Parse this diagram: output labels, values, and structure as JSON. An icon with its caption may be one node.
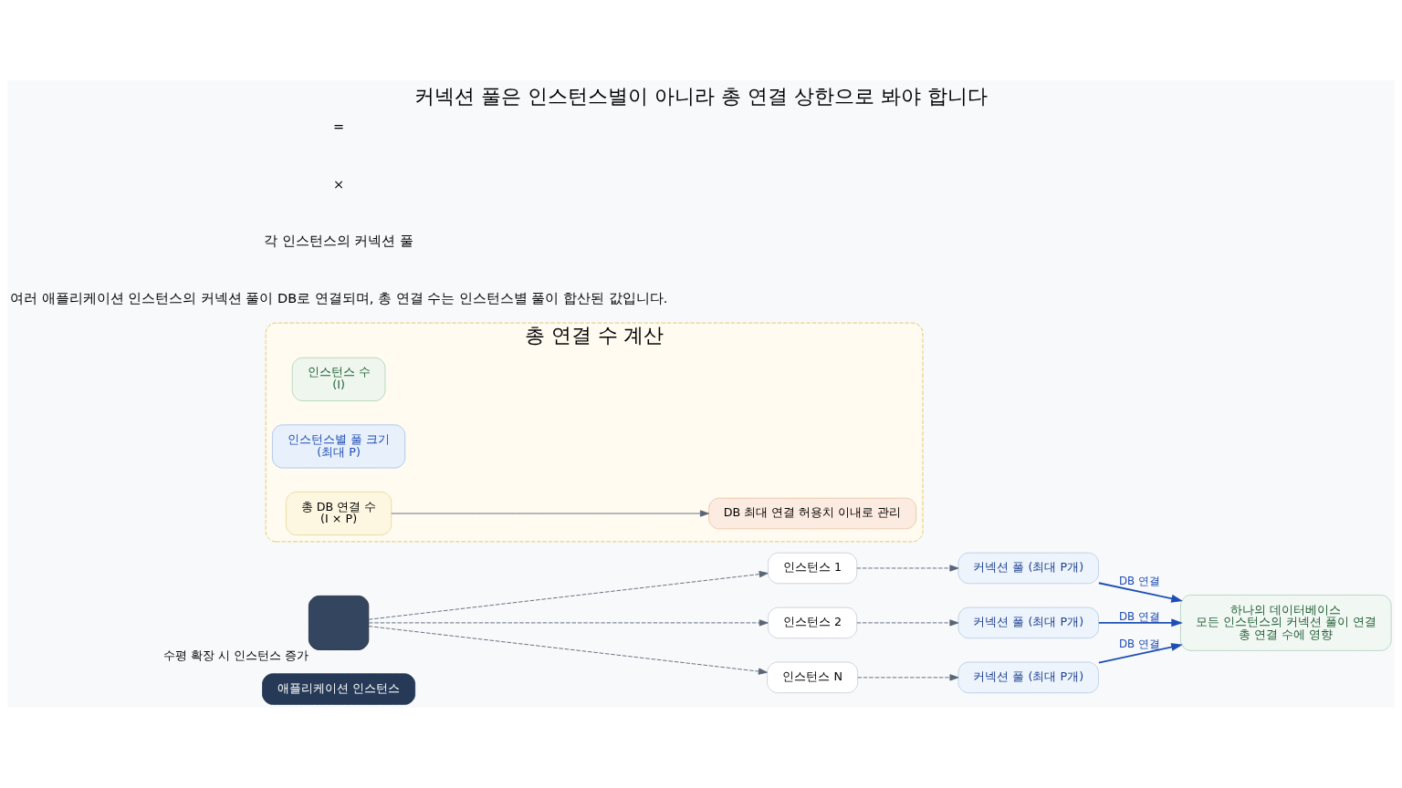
{
  "diagram": {
    "title": "커넥션 풀은 인스턴스별이 아니라 총 연결 상한으로 봐야 합니다",
    "nodes": [
      {
        "text": [
          "애플리케이션 인스턴스"
        ]
      },
      {
        "text": [],
        "shape": "box",
        "beside": [
          "수평 확장 시 인스턴스 증가"
        ]
      },
      {
        "text": [
          "인스턴스 1"
        ]
      },
      {
        "text": [
          "인스턴스 2"
        ]
      },
      {
        "text": [
          "인스턴스 N"
        ]
      },
      {
        "text": [
          "커넥션 풀 (최대 P개)"
        ]
      },
      {
        "text": [
          "커넥션 풀 (최대 P개)"
        ]
      },
      {
        "text": [
          "커넥션 풀 (최대 P개)"
        ]
      },
      {
        "text": [
          "하나의 데이터베이스",
          "모든 인스턴스의 커넥션 풀이 연결",
          "총 연결 수에 영향"
        ]
      },
      {
        "text": [
          "총 연결 수 계산"
        ]
      },
      {
        "text": [
          "인스턴스 수",
          "(I)"
        ],
        "in": 9
      },
      {
        "text": [
          "인스턴스별 풀 크기",
          "(최대 P)"
        ],
        "in": 9
      },
      {
        "text": [
          "총 DB 연결 수",
          "(I × P)"
        ],
        "in": 9
      },
      {
        "text": [
          "DB 최대 연결 허용치 이내로 관리"
        ],
        "in": 9
      }
    ],
    "edges": [
      {
        "from": 1,
        "to": 2,
        "arrow": "to",
        "style": "dashed"
      },
      {
        "from": 1,
        "to": 3,
        "arrow": "to",
        "style": "dashed"
      },
      {
        "from": 1,
        "to": 4,
        "arrow": "to",
        "style": "dashed"
      },
      {
        "from": 2,
        "to": 5,
        "arrow": "to",
        "style": "dashed"
      },
      {
        "from": 3,
        "to": 6,
        "arrow": "to",
        "style": "dashed"
      },
      {
        "from": 4,
        "to": 7,
        "arrow": "to",
        "style": "dashed"
      },
      {
        "from": 5,
        "to": 8,
        "arrow": "to",
        "label": "DB 연결",
        "color": "#1f4fb4"
      },
      {
        "from": 6,
        "to": 8,
        "arrow": "to",
        "label": "DB 연결",
        "color": "#1f4fb4"
      },
      {
        "from": 7,
        "to": 8,
        "arrow": "to",
        "label": "DB 연결",
        "color": "#1f4fb4"
      },
      {
        "from": 12,
        "to": 13,
        "arrow": "to"
      }
    ],
    "labels": [
      "여러 애플리케이션 인스턴스의 커넥션 풀이 DB로 연결되며, 총 연결 수는 인스턴스별 풀이 합산된 값입니다.",
      "각 인스턴스의 커넥션 풀",
      "×",
      "="
    ]
  }
}
